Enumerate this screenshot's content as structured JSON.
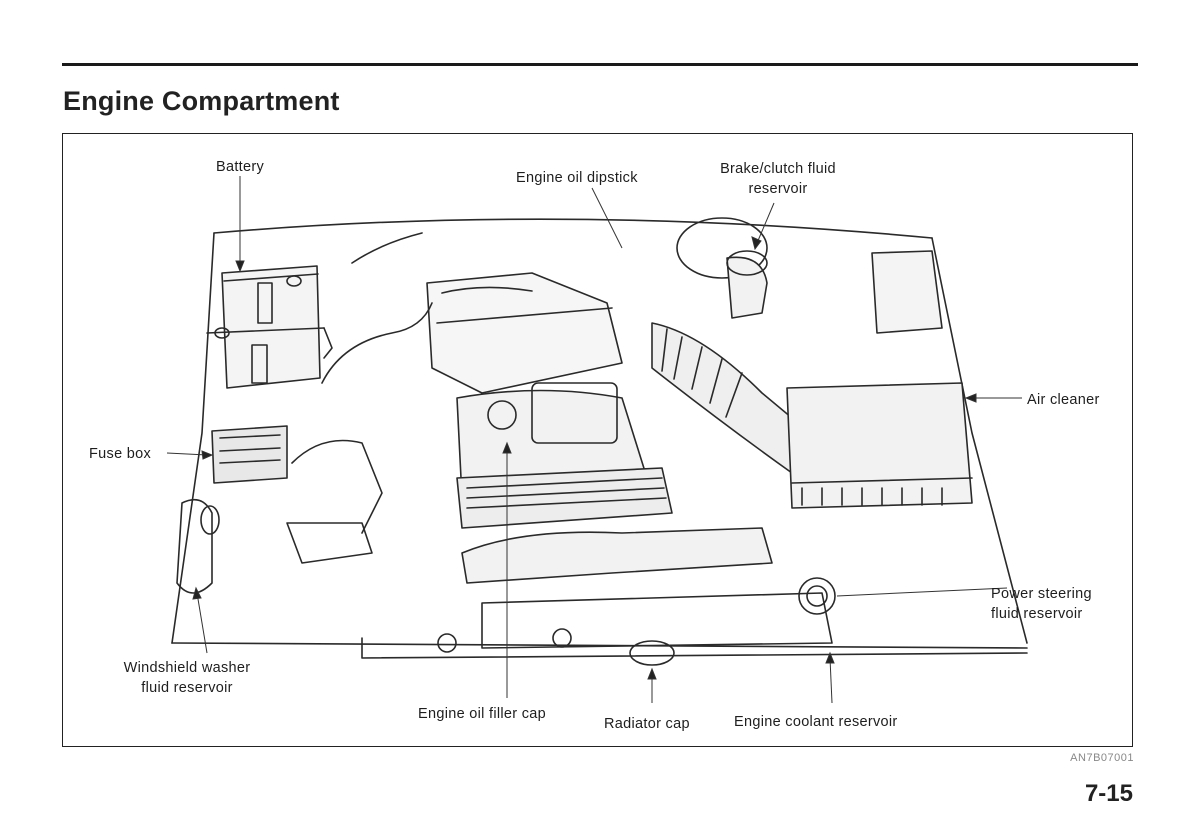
{
  "page": {
    "title": "Engine Compartment",
    "figure_code": "AN7B07001",
    "page_number": "7-15"
  },
  "callouts": {
    "battery": "Battery",
    "engine_oil_dipstick": "Engine oil dipstick",
    "brake_clutch_fluid_line1": "Brake/clutch fluid",
    "brake_clutch_fluid_line2": "reservoir",
    "air_cleaner": "Air cleaner",
    "fuse_box": "Fuse box",
    "power_steering_line1": "Power steering",
    "power_steering_line2": "fluid reservoir",
    "windshield_washer_line1": "Windshield washer",
    "windshield_washer_line2": "fluid reservoir",
    "engine_oil_filler_cap": "Engine oil filler cap",
    "radiator_cap": "Radiator cap",
    "engine_coolant_reservoir": "Engine coolant reservoir"
  }
}
